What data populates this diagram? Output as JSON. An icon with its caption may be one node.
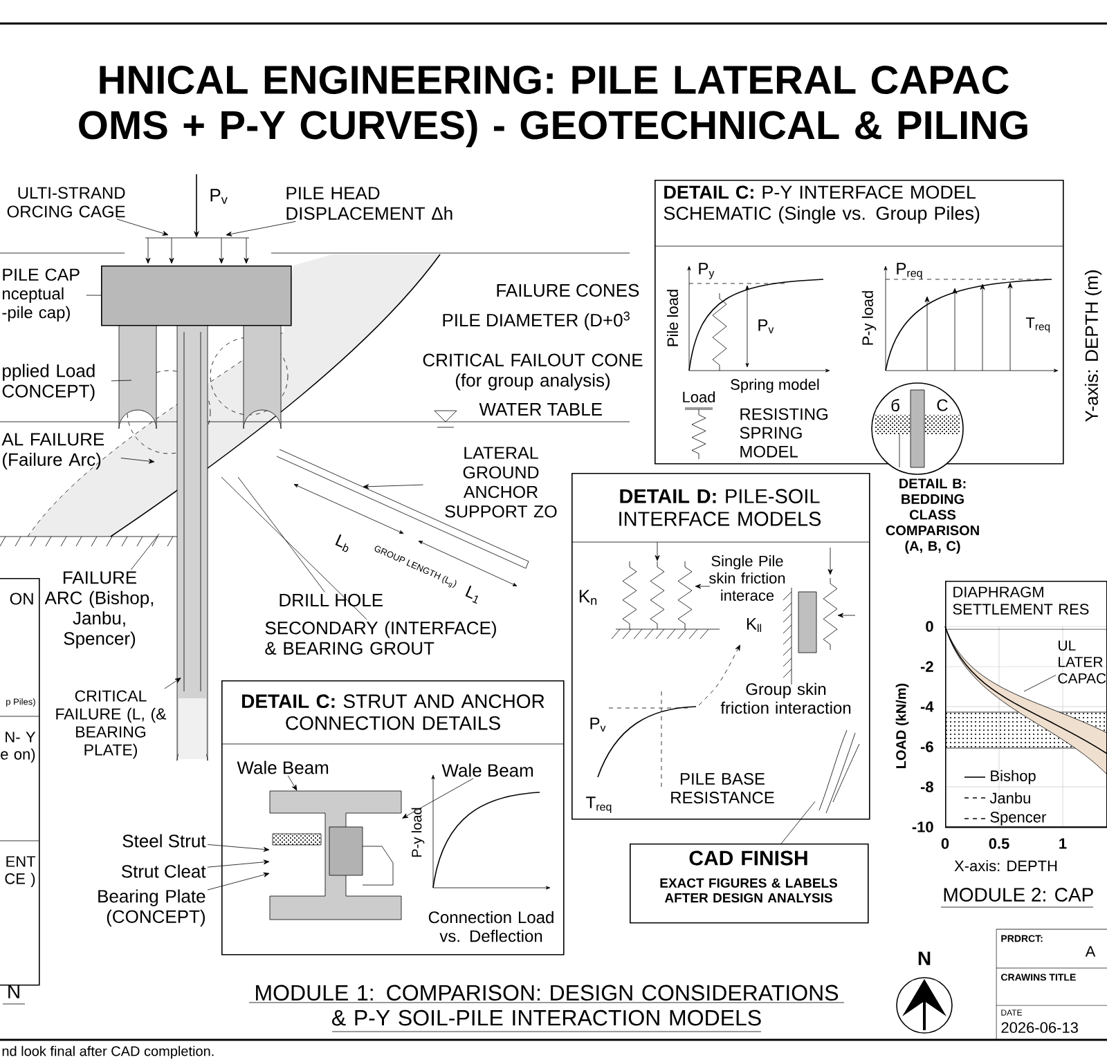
{
  "diagram": {
    "title": "HNICAL ENGINEERING: PILE LATERAL CAPAC OMS + P-Y CURVES) - GEOTECHNICAL & PILING",
    "nodes": [
      {
        "text": [
          "**DETAIL C:** P-Y INTERFACE MODEL SCHEMATIC (Single vs. Group Piles)"
        ]
      },
      {
        "text": [],
        "shape": "circle",
        "beside": [
          "DETAIL B: BEDDING CLASS COMPARISON (A, B, C)"
        ]
      },
      {
        "text": [
          "**DETAIL D:** PILE-SOIL INTERFACE MODELS"
        ]
      },
      {
        "text": [
          "**DETAIL C:** STRUT AND ANCHOR CONNECTION DETAILS"
        ]
      },
      {
        "text": [
          "CAD FINISH",
          "EXACT FIGURES & LABELS AFTER DESIGN ANALYSIS"
        ]
      },
      {
        "text": [
          "ON",
          "p Piles)",
          "N- Y e on)",
          "ENT CE )"
        ]
      },
      {
        "text": [
          "DIAPHRAGM SETTLEMENT RES"
        ]
      },
      {
        "text": [
          "ULTI-STRAND ORCING CAGE"
        ]
      },
      {
        "text": [
          "PILE HEAD DISPLACEMENT Δh"
        ]
      },
      {
        "text": [
          "PILE CAP",
          "nceptual -pile cap)"
        ]
      },
      {
        "text": [],
        "shape": "box"
      },
      {
        "text": [
          "pplied Load CONCEPT)"
        ]
      },
      {
        "text": [
          "AL FAILURE (Failure Arc)"
        ]
      },
      {
        "text": [
          "LATERAL GROUND ANCHOR SUPPORT ZO"
        ]
      },
      {
        "text": [
          "FAILURE ARC (Bishop, Janbu, Spencer)"
        ]
      },
      {
        "text": [
          "DRILL HOLE"
        ]
      },
      {
        "text": [
          "SECONDARY (INTERFACE) & BEARING GROUT"
        ]
      },
      {
        "text": [
          "CRITICAL FAILURE (L, (& BEARING PLATE)"
        ]
      },
      {
        "text": [
          "Wale Beam"
        ],
        "in": 3
      },
      {
        "text": [
          "Wale Beam"
        ],
        "in": 3
      },
      {
        "text": [
          "Steel Strut"
        ]
      },
      {
        "text": [
          "Strut Cleat"
        ]
      },
      {
        "text": [
          "Bearing Plate (CONCEPT)"
        ]
      },
      {
        "text": [
          "UL LATER CAPAC"
        ],
        "in": 6
      },
      {
        "text": [],
        "shape": "picture",
        "in": 3
      },
      {
        "text": [],
        "shape": "picture",
        "in": 2
      }
    ],
    "edges": [
      {
        "from": 7,
        "to": null,
        "arrow": "to"
      },
      {
        "from": 8,
        "to": null,
        "arrow": "to"
      },
      {
        "from": 9,
        "to": 10,
        "arrow": "none"
      },
      {
        "from": 11,
        "to": null,
        "arrow": "none"
      },
      {
        "from": 12,
        "to": null,
        "arrow": "to"
      },
      {
        "from": 13,
        "to": null,
        "arrow": "to"
      },
      {
        "from": 14,
        "to": null,
        "arrow": "none"
      },
      {
        "from": 15,
        "to": null,
        "arrow": "none"
      },
      {
        "from": 16,
        "to": null,
        "arrow": "none"
      },
      {
        "from": 17,
        "to": null,
        "arrow": "to"
      },
      {
        "from": 18,
        "to": 24,
        "arrow": "to"
      },
      {
        "from": 19,
        "to": 24,
        "arrow": "to"
      },
      {
        "from": 20,
        "to": 24,
        "arrow": "to"
      },
      {
        "from": 21,
        "to": 24,
        "arrow": "to"
      },
      {
        "from": 22,
        "to": 24,
        "arrow": "to"
      },
      {
        "from": 23,
        "to": null,
        "arrow": "none"
      },
      {
        "from": 4,
        "to": 25,
        "arrow": "none"
      }
    ],
    "labels": [
      "P$_{v}$",
      "FAILURE CONES",
      "PILE DIAMETER (D+0$^{3}$",
      "CRITICAL FAILOUT CONE (for group analysis)",
      "WATER TABLE",
      "L$_{b}$",
      "L$_{1}$",
      "GROUP LENGTH (L$_{g}$)",
      "Pile load",
      "P$_{y}$",
      "P$_{v}$",
      "Spring model",
      "Load",
      "RESISTING SPRING MODEL",
      "P-y load",
      "P$_{req}$",
      "T$_{req}$",
      "б",
      "C",
      "Single Pile skin friction interace",
      "K$_{n}$",
      "K$_{ll}$",
      "Group skin friction interaction",
      "P$_{v}$",
      "T$_{req}$",
      "PILE BASE RESISTANCE",
      "P-y load",
      "Connection Load vs. Deflection",
      "N",
      "0",
      "-2",
      "-4",
      "-6",
      "-8",
      "-10",
      "0",
      "0.5",
      "1",
      "LOAD (kN/m)",
      "X-axis: DEPTH",
      "MODULE 2: CAP",
      "Y-axis: DEPTH (m)",
      "N",
      "PRDRCT:",
      "A",
      "CRAWINS TITLE",
      "DATE",
      "2026-06-13",
      "MODULE 1: COMPARISON: DESIGN CONSIDERATIONS & P-Y SOIL-PILE INTERACTION MODELS",
      "nd look final after CAD completion."
    ],
    "legend": [
      {
        "text": "Bishop"
      },
      {
        "text": "Janbu"
      },
      {
        "text": "Spencer"
      }
    ]
  }
}
